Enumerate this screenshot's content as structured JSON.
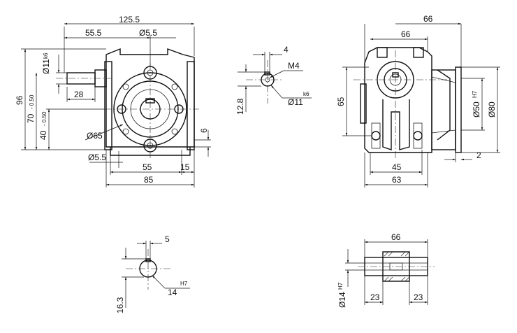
{
  "dimensions": {
    "front_overall_width": "125.5",
    "front_shaft_offset": "55.5",
    "front_hole_top": "Ø5.5",
    "front_shaft_dia": "Ø11",
    "front_shaft_tol": "k6",
    "front_height_total": "96",
    "front_height_70": "70",
    "front_height_70_tol": "- 0.50",
    "front_height_40": "40",
    "front_height_40_tol": "- 0.50",
    "front_shaft_len": "28",
    "front_pcd": "Ø65",
    "front_hole_bottom": "Ø5.5",
    "front_base_55": "55",
    "front_base_15": "15",
    "front_base_85": "85",
    "front_side_6": "6",
    "shaft_key_width": "4",
    "shaft_thread": "M4",
    "shaft_key_height": "12.8",
    "shaft_dia": "Ø11",
    "shaft_dia_tol": "k6",
    "side_width_outer": "66",
    "side_width_inner": "66",
    "side_height_65": "65",
    "side_bore": "Ø50",
    "side_bore_tol": "H7",
    "side_flange": "Ø80",
    "side_offset_2": "2",
    "side_base_45": "45",
    "side_base_63": "63",
    "bore_key_width": "5",
    "bore_key_depth": "16.3",
    "bore_dia": "14",
    "bore_dia_tol": "H7",
    "hollow_length": "66",
    "hollow_dia": "Ø14",
    "hollow_dia_tol": "H7",
    "hollow_seg_left": "23",
    "hollow_seg_right": "23"
  }
}
